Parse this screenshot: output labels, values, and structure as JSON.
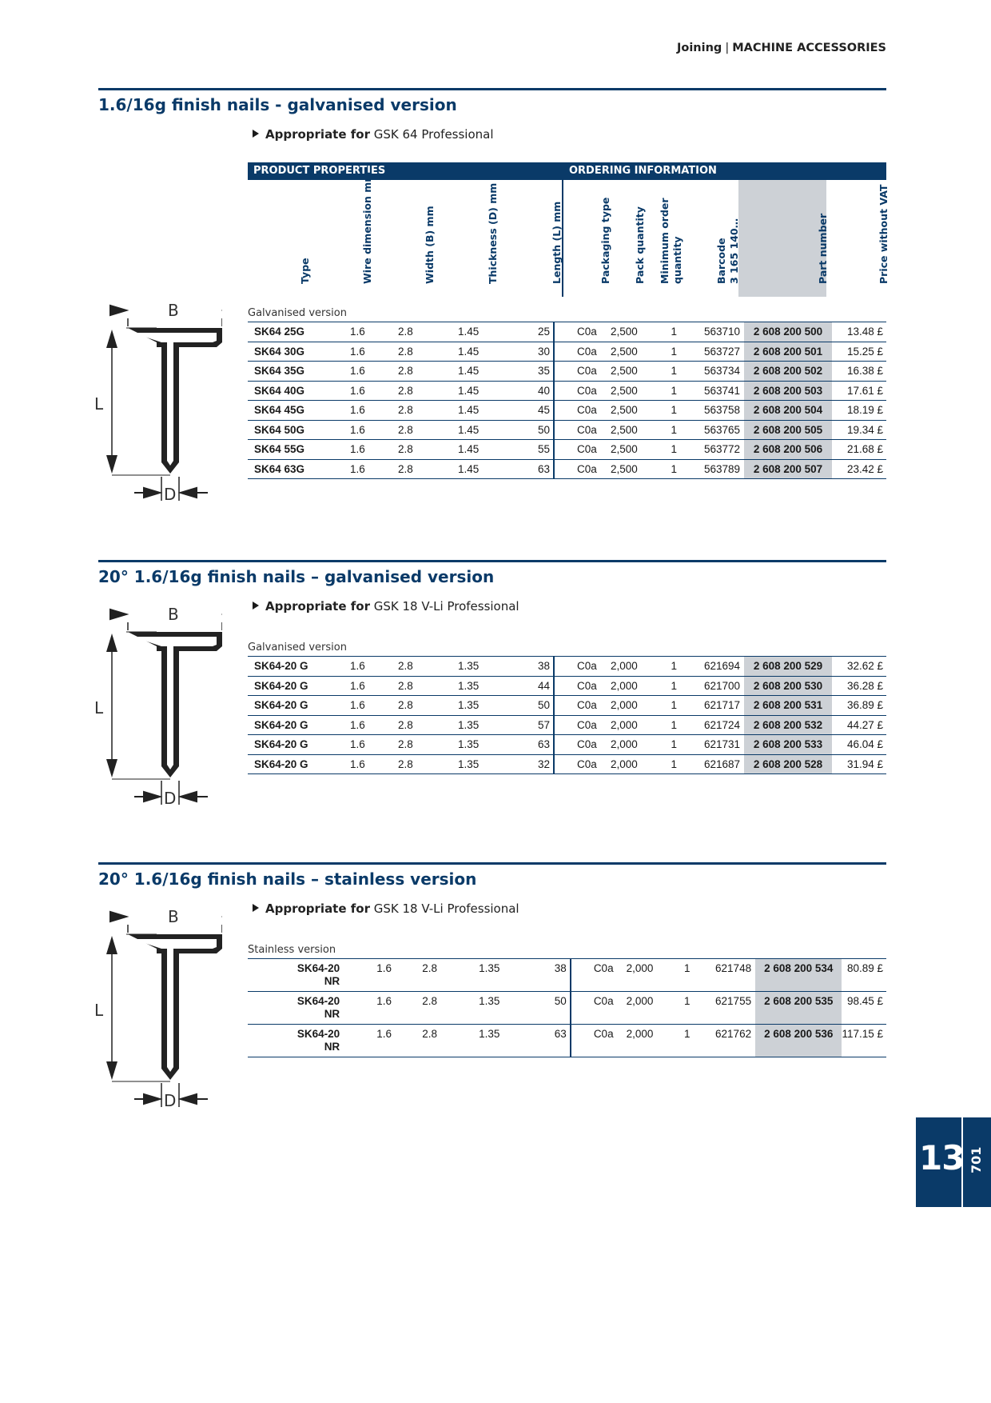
{
  "header": {
    "section": "Joining",
    "separator": "|",
    "chapter": "MACHINE ACCESSORIES"
  },
  "page_tab": {
    "chapter_number": "13",
    "page_number": "701"
  },
  "columns": {
    "product_properties": "PRODUCT PROPERTIES",
    "ordering_information": "ORDERING INFORMATION",
    "type": "Type",
    "wire": "Wire dimension mm",
    "width": "Width (B) mm",
    "thickness": "Thickness (D) mm",
    "length": "Length (L) mm",
    "packaging": "Packaging type",
    "pack_qty": "Pack quantity",
    "min_order_1": "Minimum order",
    "min_order_2": "quantity",
    "barcode_1": "Barcode",
    "barcode_2": "3 165 140…",
    "part_number": "Part number",
    "price": "Price without VAT"
  },
  "diagram_labels": {
    "b": "B",
    "l": "L",
    "d": "D"
  },
  "sections": [
    {
      "title": "1.6/16g finish nails - galvanised version",
      "appropriate_label": "Appropriate for",
      "appropriate_value": "GSK 64 Professional",
      "group_label": "Galvanised version",
      "rows": [
        {
          "type": "SK64 25G",
          "wire": "1.6",
          "width": "2.8",
          "thickness": "1.45",
          "length": "25",
          "pkg": "C0a",
          "qty": "2,500",
          "min": "1",
          "barcode": "563710",
          "part": "2 608 200 500",
          "price": "13.48 £"
        },
        {
          "type": "SK64 30G",
          "wire": "1.6",
          "width": "2.8",
          "thickness": "1.45",
          "length": "30",
          "pkg": "C0a",
          "qty": "2,500",
          "min": "1",
          "barcode": "563727",
          "part": "2 608 200 501",
          "price": "15.25 £"
        },
        {
          "type": "SK64 35G",
          "wire": "1.6",
          "width": "2.8",
          "thickness": "1.45",
          "length": "35",
          "pkg": "C0a",
          "qty": "2,500",
          "min": "1",
          "barcode": "563734",
          "part": "2 608 200 502",
          "price": "16.38 £"
        },
        {
          "type": "SK64 40G",
          "wire": "1.6",
          "width": "2.8",
          "thickness": "1.45",
          "length": "40",
          "pkg": "C0a",
          "qty": "2,500",
          "min": "1",
          "barcode": "563741",
          "part": "2 608 200 503",
          "price": "17.61 £"
        },
        {
          "type": "SK64 45G",
          "wire": "1.6",
          "width": "2.8",
          "thickness": "1.45",
          "length": "45",
          "pkg": "C0a",
          "qty": "2,500",
          "min": "1",
          "barcode": "563758",
          "part": "2 608 200 504",
          "price": "18.19 £"
        },
        {
          "type": "SK64 50G",
          "wire": "1.6",
          "width": "2.8",
          "thickness": "1.45",
          "length": "50",
          "pkg": "C0a",
          "qty": "2,500",
          "min": "1",
          "barcode": "563765",
          "part": "2 608 200 505",
          "price": "19.34 £"
        },
        {
          "type": "SK64 55G",
          "wire": "1.6",
          "width": "2.8",
          "thickness": "1.45",
          "length": "55",
          "pkg": "C0a",
          "qty": "2,500",
          "min": "1",
          "barcode": "563772",
          "part": "2 608 200 506",
          "price": "21.68 £"
        },
        {
          "type": "SK64 63G",
          "wire": "1.6",
          "width": "2.8",
          "thickness": "1.45",
          "length": "63",
          "pkg": "C0a",
          "qty": "2,500",
          "min": "1",
          "barcode": "563789",
          "part": "2 608 200 507",
          "price": "23.42 £"
        }
      ]
    },
    {
      "title": "20° 1.6/16g finish nails – galvanised version",
      "appropriate_label": "Appropriate for",
      "appropriate_value": "GSK 18 V-Li Professional",
      "group_label": "Galvanised version",
      "rows": [
        {
          "type": "SK64-20 G",
          "wire": "1.6",
          "width": "2.8",
          "thickness": "1.35",
          "length": "38",
          "pkg": "C0a",
          "qty": "2,000",
          "min": "1",
          "barcode": "621694",
          "part": "2 608 200 529",
          "price": "32.62 £"
        },
        {
          "type": "SK64-20 G",
          "wire": "1.6",
          "width": "2.8",
          "thickness": "1.35",
          "length": "44",
          "pkg": "C0a",
          "qty": "2,000",
          "min": "1",
          "barcode": "621700",
          "part": "2 608 200 530",
          "price": "36.28 £"
        },
        {
          "type": "SK64-20 G",
          "wire": "1.6",
          "width": "2.8",
          "thickness": "1.35",
          "length": "50",
          "pkg": "C0a",
          "qty": "2,000",
          "min": "1",
          "barcode": "621717",
          "part": "2 608 200 531",
          "price": "36.89 £"
        },
        {
          "type": "SK64-20 G",
          "wire": "1.6",
          "width": "2.8",
          "thickness": "1.35",
          "length": "57",
          "pkg": "C0a",
          "qty": "2,000",
          "min": "1",
          "barcode": "621724",
          "part": "2 608 200 532",
          "price": "44.27 £"
        },
        {
          "type": "SK64-20 G",
          "wire": "1.6",
          "width": "2.8",
          "thickness": "1.35",
          "length": "63",
          "pkg": "C0a",
          "qty": "2,000",
          "min": "1",
          "barcode": "621731",
          "part": "2 608 200 533",
          "price": "46.04 £"
        },
        {
          "type": "SK64-20 G",
          "wire": "1.6",
          "width": "2.8",
          "thickness": "1.35",
          "length": "32",
          "pkg": "C0a",
          "qty": "2,000",
          "min": "1",
          "barcode": "621687",
          "part": "2 608 200 528",
          "price": "31.94 £"
        }
      ]
    },
    {
      "title": "20° 1.6/16g finish nails – stainless version",
      "appropriate_label": "Appropriate for",
      "appropriate_value": "GSK 18 V-Li Professional",
      "group_label": "Stainless version",
      "rows": [
        {
          "type": "SK64-20",
          "type2": "NR",
          "wire": "1.6",
          "width": "2.8",
          "thickness": "1.35",
          "length": "38",
          "pkg": "C0a",
          "qty": "2,000",
          "min": "1",
          "barcode": "621748",
          "part": "2 608 200 534",
          "price": "80.89 £"
        },
        {
          "type": "SK64-20",
          "type2": "NR",
          "wire": "1.6",
          "width": "2.8",
          "thickness": "1.35",
          "length": "50",
          "pkg": "C0a",
          "qty": "2,000",
          "min": "1",
          "barcode": "621755",
          "part": "2 608 200 535",
          "price": "98.45 £"
        },
        {
          "type": "SK64-20",
          "type2": "NR",
          "wire": "1.6",
          "width": "2.8",
          "thickness": "1.35",
          "length": "63",
          "pkg": "C0a",
          "qty": "2,000",
          "min": "1",
          "barcode": "621762",
          "part": "2 608 200 536",
          "price": "117.15 £"
        }
      ]
    }
  ]
}
